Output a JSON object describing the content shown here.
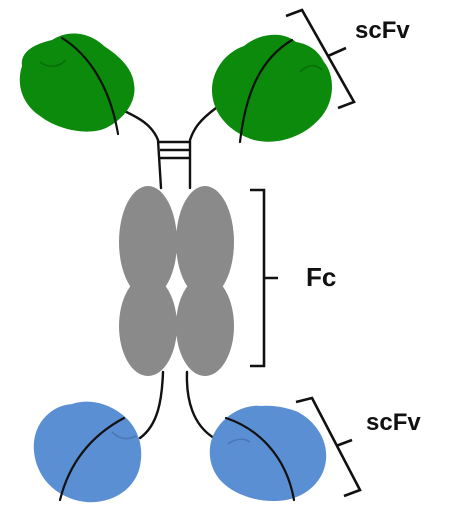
{
  "labels": {
    "top_domain": "scFv",
    "middle_domain": "Fc",
    "bottom_domain": "scFv"
  },
  "colors": {
    "scfv_top": "#0b8a0b",
    "fc": "#8a8a8a",
    "scfv_bottom": "#5b8fd4",
    "line": "#111111"
  }
}
